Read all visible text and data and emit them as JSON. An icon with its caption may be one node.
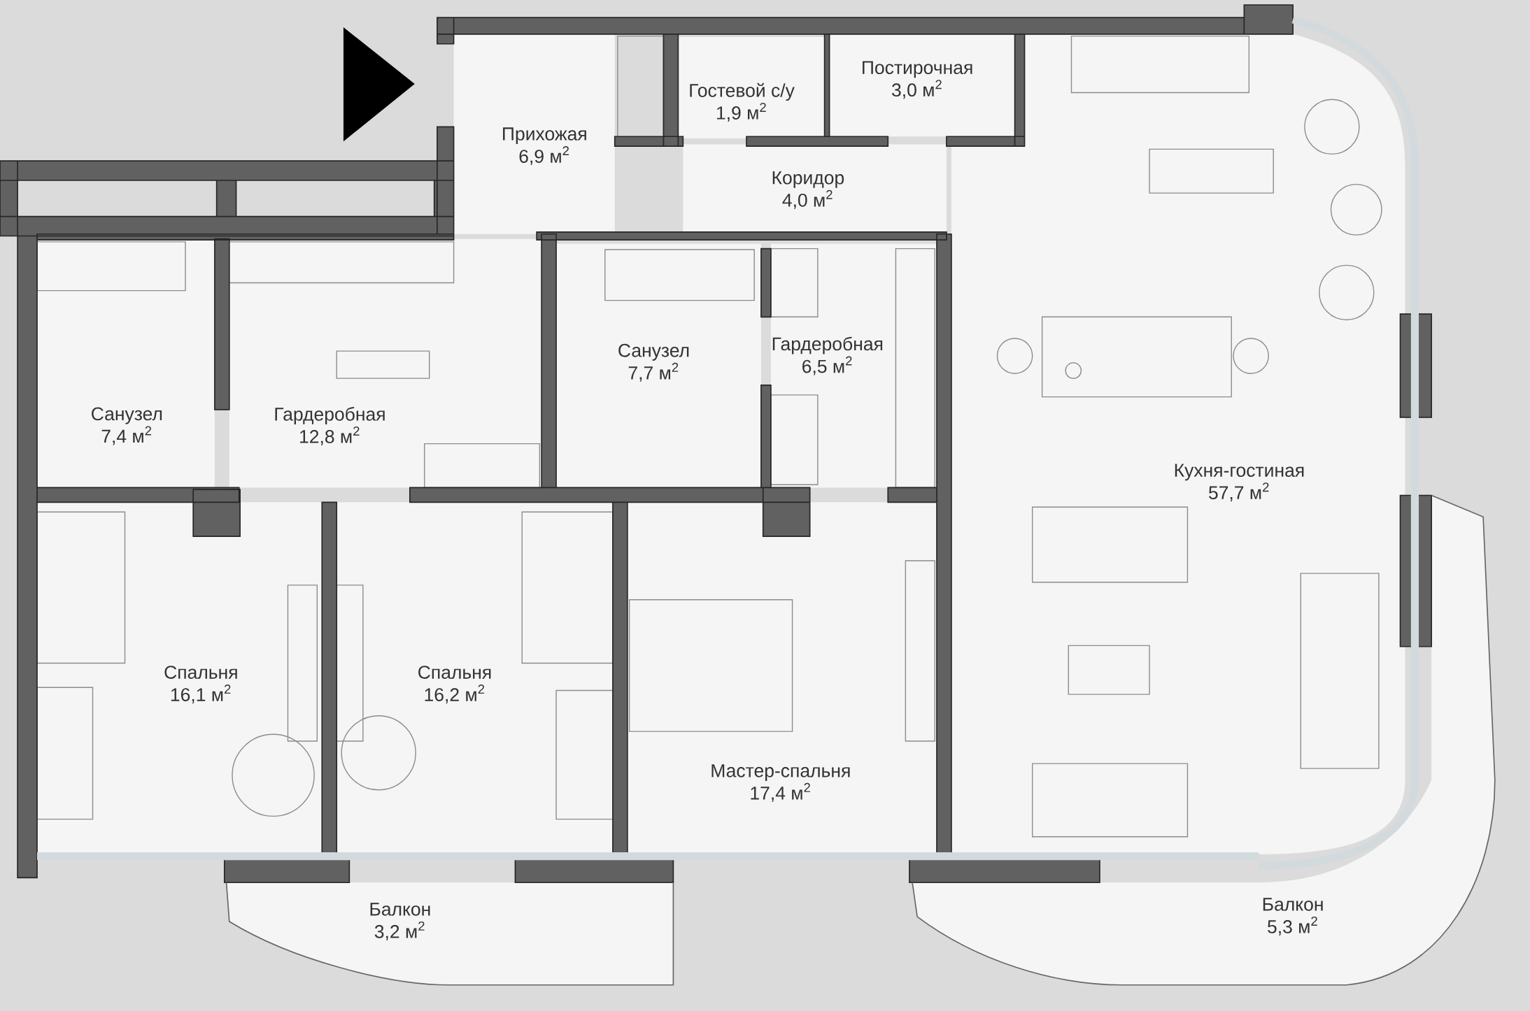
{
  "diagram": {
    "nodes": [
      {
        "text": [
          "Прихожая",
          "6,9 м$^{2}$"
        ]
      },
      {
        "text": [
          "Гостевой с/у",
          "1,9 м$^{2}$"
        ]
      },
      {
        "text": [
          "Постирочная",
          "3,0 м$^{2}$"
        ]
      },
      {
        "text": [
          "Коридор",
          "4,0 м$^{2}$"
        ]
      },
      {
        "text": [
          "Санузел",
          "7,4 м$^{2}$"
        ]
      },
      {
        "text": [
          "Гардеробная",
          "12,8 м$^{2}$"
        ]
      },
      {
        "text": [
          "Санузел",
          "7,7 м$^{2}$"
        ]
      },
      {
        "text": [
          "Гардеробная",
          "6,5 м$^{2}$"
        ]
      },
      {
        "text": [
          "Кухня-гостиная",
          "57,7 м$^{2}$"
        ]
      },
      {
        "text": [
          "Спальня",
          "16,1 м$^{2}$"
        ]
      },
      {
        "text": [
          "Спальня",
          "16,2 м$^{2}$"
        ]
      },
      {
        "text": [
          "Мастер-спальня",
          "17,4 м$^{2}$"
        ]
      },
      {
        "text": [
          "Балкон",
          "3,2 м$^{2}$"
        ]
      },
      {
        "text": [
          "Балкон",
          "5,3 м$^{2}$"
        ]
      }
    ]
  }
}
